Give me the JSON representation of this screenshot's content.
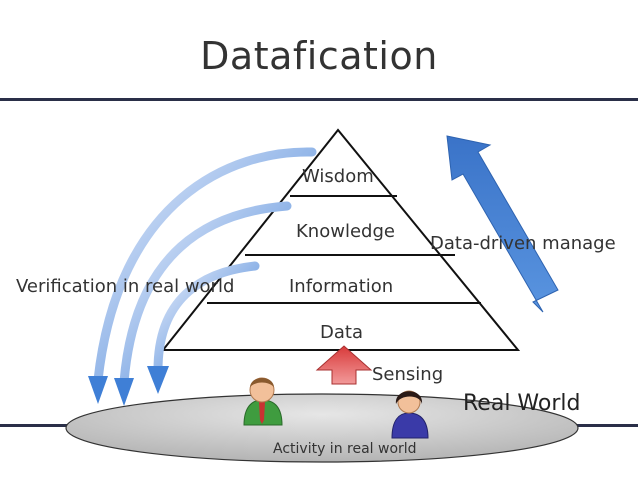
{
  "title": "Datafication",
  "pyramid_levels": [
    "Wisdom",
    "Knowledge",
    "Information",
    "Data"
  ],
  "left_label": "Verification in real world",
  "right_label": "Data-driven manage",
  "sensing_label": "Sensing",
  "real_world_label": "Real World",
  "activity_label": "Activity in real world",
  "colors": {
    "rule": "#2a2f48",
    "arrow_blue": "#4a86d8",
    "sensing_arrow": "#e05050",
    "ellipse_fill": "#c8c8c8"
  },
  "icons": [
    "person-male-icon",
    "person-female-icon"
  ]
}
